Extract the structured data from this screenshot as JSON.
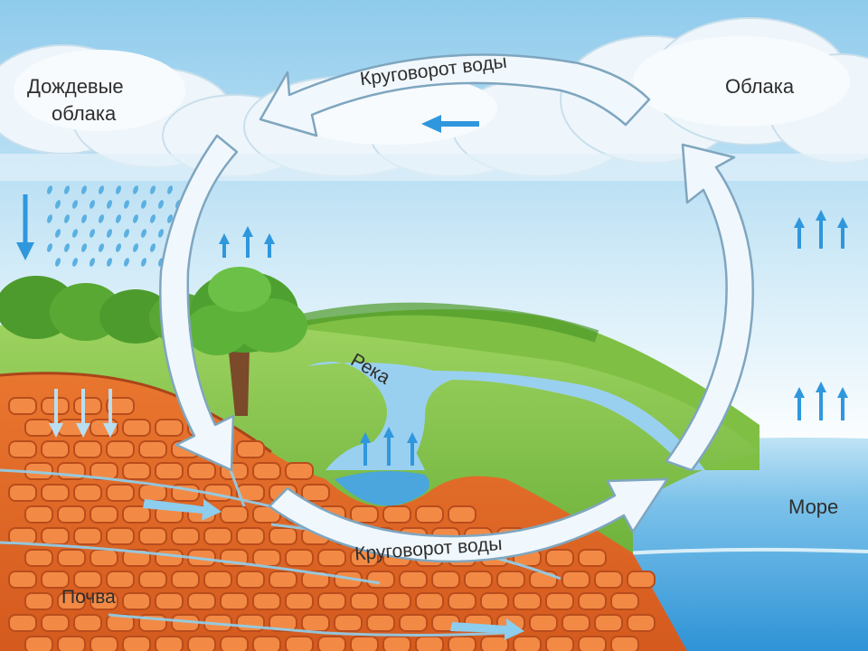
{
  "labels": {
    "rain_clouds": [
      "Дождевые",
      "облака"
    ],
    "clouds": "Облака",
    "river": "Река",
    "sea": "Море",
    "soil": "Почва",
    "cycle_top": "Круговорот воды",
    "cycle_bottom": "Круговорот воды"
  },
  "colors": {
    "sky_top": "#9fd3ee",
    "sky_bottom": "#ffffff",
    "grass": "#72b83a",
    "soil": "#e46a2a",
    "soil_dark": "#c9561f",
    "water": "#4aa6dc",
    "arrow_blue": "#2f97dd",
    "cycle_arrow_fill": "#f1f8fd",
    "cycle_arrow_stroke": "#7fa6bf",
    "text": "#2e2e2e"
  },
  "icons": {
    "rain": "raindrop-icon",
    "evaporation": "up-arrow-icon",
    "flow": "right-arrow-icon"
  }
}
